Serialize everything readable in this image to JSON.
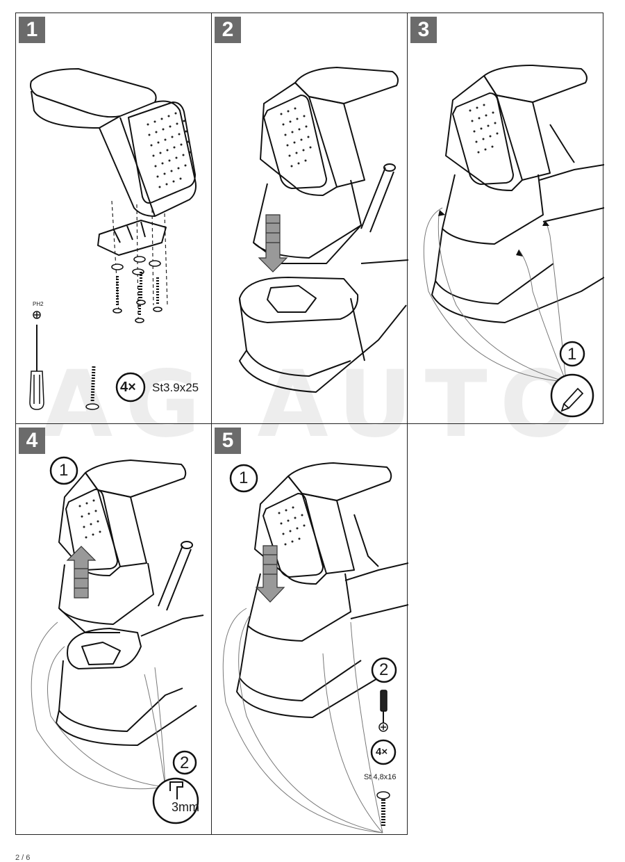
{
  "watermark": "AG AUTO",
  "steps": [
    {
      "number": "1",
      "screwdriver_label": "PH2",
      "qty": "4×",
      "screw_spec": "St3.9x25"
    },
    {
      "number": "2"
    },
    {
      "number": "3",
      "marker": "1"
    },
    {
      "number": "4",
      "marker_top": "1",
      "marker_bottom": "2",
      "drill_spec": "3mm"
    },
    {
      "number": "5",
      "marker_top": "1",
      "marker_mid": "2",
      "qty": "4×",
      "screw_spec": "St 4,8x16"
    }
  ],
  "page_number": "2 / 6",
  "icons": [
    "screwdriver-icon",
    "screw-icon",
    "pencil-mark-icon",
    "drill-icon",
    "phillips-head-icon",
    "arrow-down-icon",
    "arrow-up-icon"
  ]
}
